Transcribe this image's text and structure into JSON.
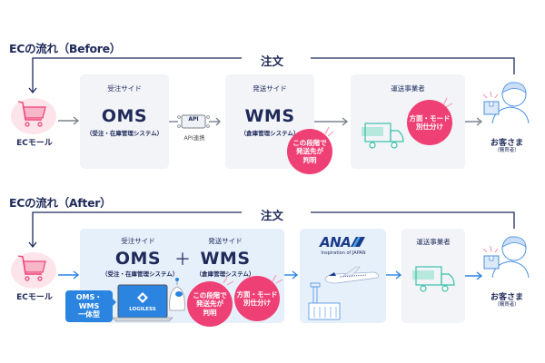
{
  "before": {
    "title": "ECの流れ（Before）",
    "order_label": "注文",
    "ec_mall": {
      "label": "ECモール",
      "icon": "shopping-cart-icon"
    },
    "order_side": {
      "title": "受注サイド",
      "name": "OMS",
      "sub": "（受注・在庫管理システム）"
    },
    "api": {
      "chip": "API",
      "label": "API連携"
    },
    "ship_side": {
      "title": "発送サイド",
      "name": "WMS",
      "sub": "（倉庫管理システム）"
    },
    "bubble_destination": [
      "この段階で",
      "発送先が",
      "判明"
    ],
    "carrier": {
      "title": "運送事業者",
      "icon": "delivery-truck-icon"
    },
    "bubble_sorting": [
      "方面・モード",
      "別仕分け"
    ],
    "customer": {
      "label": "お客さま",
      "sub": "（購買者）",
      "icon": "customer-icon"
    }
  },
  "after": {
    "title": "ECの流れ（After）",
    "order_label": "注文",
    "ec_mall": {
      "label": "ECモール",
      "icon": "shopping-cart-icon"
    },
    "order_side": {
      "title": "受注サイド",
      "name": "OMS",
      "sub": "（受注・在庫管理システム）"
    },
    "plus": "＋",
    "ship_side": {
      "title": "発送サイド",
      "name": "WMS",
      "sub": "（倉庫管理システム）"
    },
    "integrated_tag": [
      "OMS・WMS",
      "一体型"
    ],
    "logiless": "LOGILESS",
    "bubble_destination": [
      "この段階で",
      "発送先が",
      "判明"
    ],
    "bubble_sorting": [
      "方面・モード",
      "別仕分け"
    ],
    "airline": {
      "name": "ANA",
      "tagline": "Inspiration of JAPAN"
    },
    "carrier": {
      "title": "運送事業者",
      "icon": "delivery-truck-icon"
    },
    "customer": {
      "label": "お客さま",
      "sub": "（購買者）",
      "icon": "customer-icon"
    }
  },
  "colors": {
    "navy": "#1f2a5a",
    "pink": "#ee4075",
    "blue": "#2b84e0",
    "teal": "#3cc0a8",
    "gray_arrow": "#7a8390"
  }
}
